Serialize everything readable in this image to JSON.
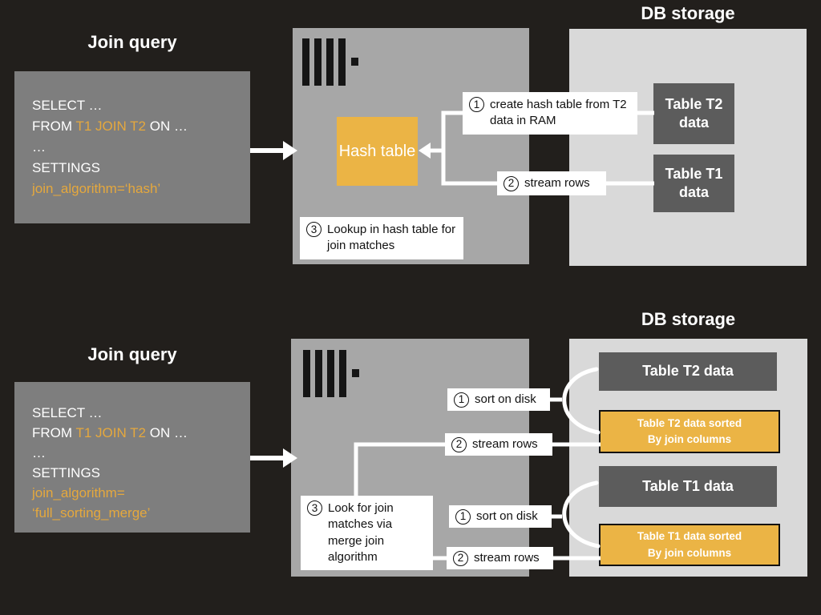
{
  "colors": {
    "background": "#221f1c",
    "query_box": "#7e7e7e",
    "server_box": "#a7a7a7",
    "db_box": "#d9d9d9",
    "table_box": "#5c5c5c",
    "accent_yellow": "#ebb445",
    "accent_text": "#e5a83d",
    "callout_bg": "#ffffff"
  },
  "top": {
    "join_query_title": "Join query",
    "query": {
      "line1": "SELECT …",
      "line2_from": "FROM ",
      "line2_tables": "T1 JOIN T2",
      "line2_on": " ON …",
      "line3": "…",
      "line4": "SETTINGS",
      "line5": "join_algorithm=‘hash’"
    },
    "hash_table": "Hash table",
    "step1": {
      "num": "1",
      "text": "create hash table from T2 data in RAM"
    },
    "step2": {
      "num": "2",
      "text": "stream rows"
    },
    "step3": {
      "num": "3",
      "text": "Lookup in hash table for join matches"
    },
    "db_title": "DB storage",
    "table_t2": "Table T2 data",
    "table_t1": "Table T1 data"
  },
  "bottom": {
    "join_query_title": "Join query",
    "query": {
      "line1": "SELECT …",
      "line2_from": "FROM ",
      "line2_tables": "T1 JOIN T2",
      "line2_on": " ON …",
      "line3": "…",
      "line4": "SETTINGS",
      "line5": "join_algorithm=",
      "line6": "‘full_sorting_merge’"
    },
    "step_sort_t2": {
      "num": "1",
      "text": "sort on disk"
    },
    "step_stream_t2": {
      "num": "2",
      "text": "stream rows"
    },
    "step_merge": {
      "num": "3",
      "text": "Look for join matches via merge join algorithm"
    },
    "step_sort_t1": {
      "num": "1",
      "text": "sort on disk"
    },
    "step_stream_t1": {
      "num": "2",
      "text": "stream rows"
    },
    "db_title": "DB storage",
    "table_t2": "Table T2 data",
    "table_t2_sorted_l1": "Table T2 data sorted",
    "table_t2_sorted_l2": "By join columns",
    "table_t1": "Table T1 data",
    "table_t1_sorted_l1": "Table T1 data sorted",
    "table_t1_sorted_l2": "By join columns"
  }
}
